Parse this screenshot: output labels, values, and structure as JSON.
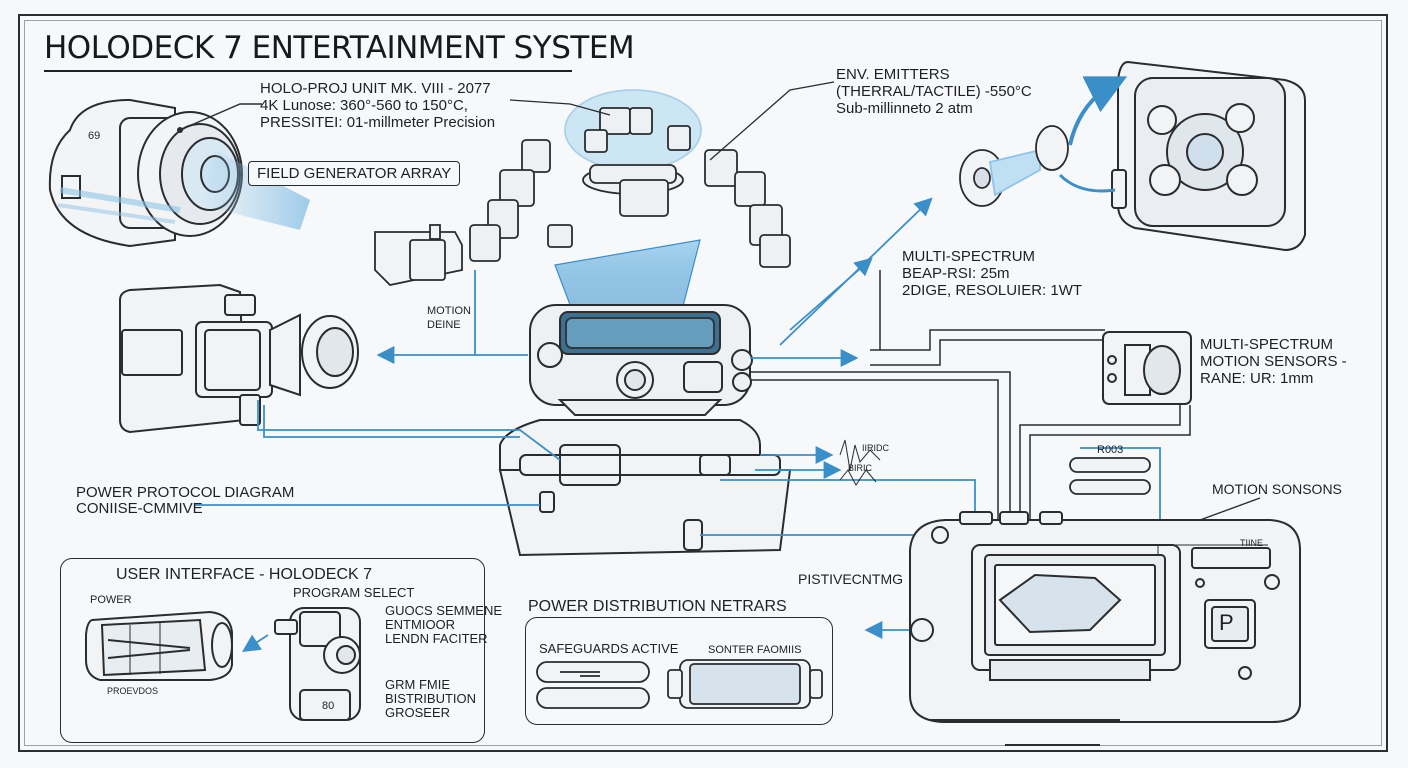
{
  "title": "HOLODECK 7 ENTERTAINMENT SYSTEM",
  "holo_proj": {
    "line1": "HOLO-PROJ UNIT MK. VIII - 2077",
    "line2": "4K Lunose: 360°-560 to 150°C,",
    "line3": "PRESSITEI: 01-millmeter Precision"
  },
  "field_generator": "FIELD GENERATOR ARRAY",
  "env_emitters": {
    "line1": "ENV. EMITTERS",
    "line2": "(THERRAL/TACTILE) -550°C",
    "line3": "Sub-millinneto 2 atm"
  },
  "multi_spectrum_top": {
    "line1": "MULTI-SPECTRUM",
    "line2": "BEAP-RSI: 25m",
    "line3": "2DIGE, RESOLUIER: 1WT"
  },
  "motion_define": {
    "line1": "MOTION",
    "line2": "DEINE"
  },
  "multi_spectrum_right": {
    "line1": "MULTI-SPECTRUM",
    "line2": "MOTION SENSORS -",
    "line3": "RANE: UR: 1mm"
  },
  "small_tags": {
    "tag1": "IIRIDC",
    "tag2": "BIRIC",
    "tag3": "R003",
    "tag4": "TIINE"
  },
  "power_protocol": {
    "line1": "POWER PROTOCOL DIAGRAM",
    "line2": "CONIISE-CMMIVE"
  },
  "motion_sonsons": "MOTION SONSONS",
  "user_interface": {
    "title": "USER INTERFACE - HOLODECK 7",
    "power": "POWER",
    "program_select": "PROGRAM SELECT",
    "right1": "GUOCS SEMMENE",
    "right2": "ENTMIOOR",
    "right3": "LENDN FACITER",
    "bottom1": "GRM FMIE",
    "bottom2": "BISTRIBUTION",
    "bottom3": "GROSEER",
    "proevdos": "PROEVDOS",
    "knob": "80"
  },
  "power_distribution": {
    "title": "POWER DISTRIBUTION NETRARS",
    "safeguards": "SAFEGUARDS ACTIVE",
    "sonter": "SONTER FAOMIIS"
  },
  "pistive": "PISTIVECNTMG",
  "console_p": "P",
  "colors": {
    "accent": "#3a8fc9",
    "accent_light": "#8fc4e6",
    "ink": "#2a2c30",
    "paper": "#f7f8f9"
  }
}
